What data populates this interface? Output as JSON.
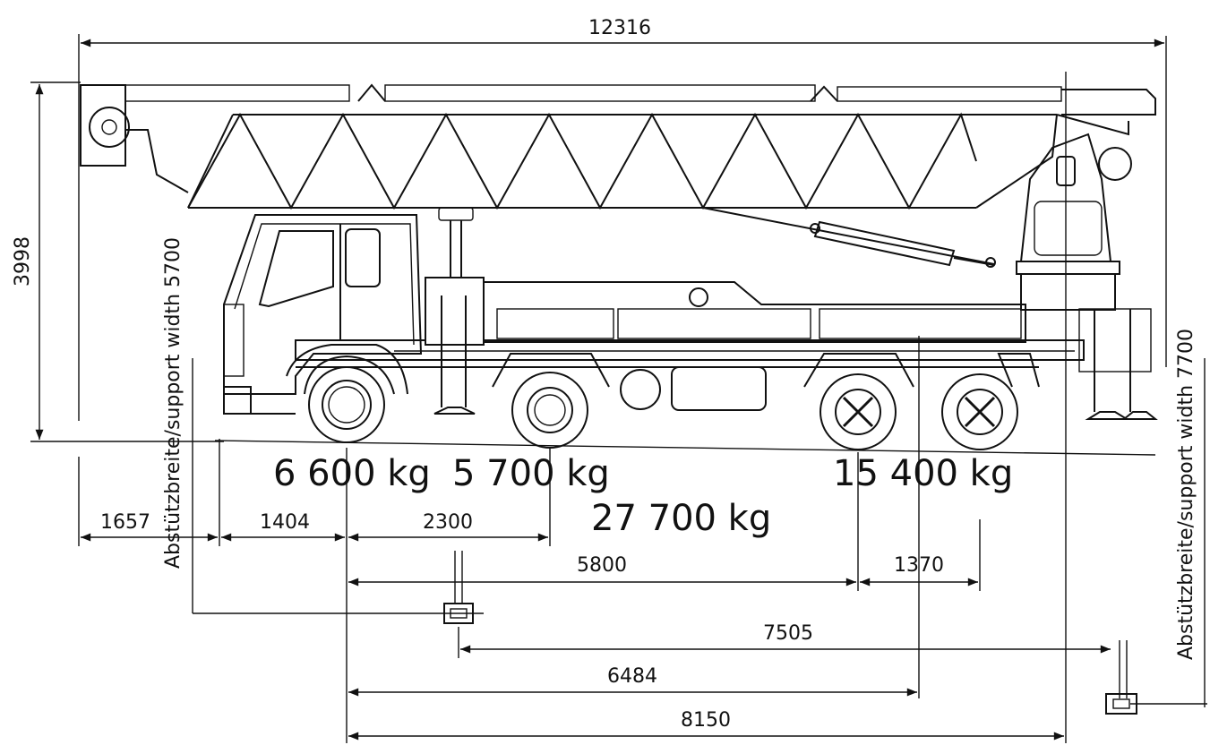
{
  "dimensions": {
    "overall_length": "12316",
    "overall_height": "3998",
    "front_overhang": "1657",
    "front_to_axle1": "1404",
    "axle1_to_axle2": "2300",
    "axle1_to_axle3": "5800",
    "axle3_to_axle4": "1370",
    "front_outrigger_to_rear_outrigger": "7505",
    "axle1_to_tandem_center": "6484",
    "axle1_to_rear_outrigger": "8150"
  },
  "weights": {
    "axle1": "6 600 kg",
    "axle2": "5 700 kg",
    "tandem": "15 400 kg",
    "total": "27 700 kg"
  },
  "support_widths": {
    "front": "Abstützbreite/support width 5700",
    "rear": "Abstützbreite/support width 7700"
  }
}
